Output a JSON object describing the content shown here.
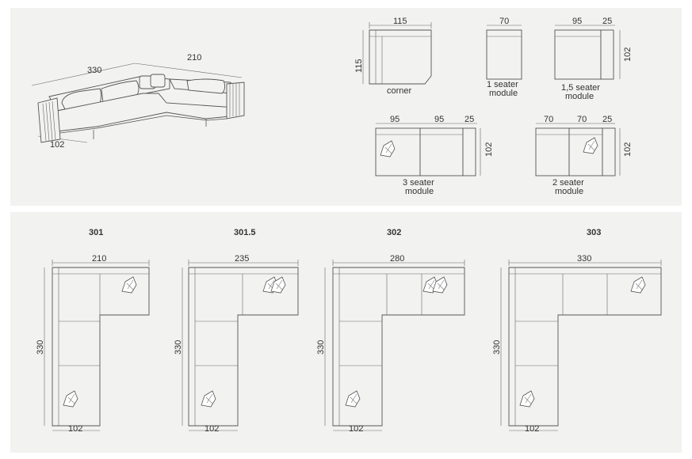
{
  "overview": {
    "dims": {
      "length_a": "330",
      "length_b": "210",
      "depth": "102"
    }
  },
  "modules": [
    {
      "id": "corner",
      "label": [
        "corner"
      ],
      "dims": [
        "115",
        "115"
      ]
    },
    {
      "id": "one-seater",
      "label": [
        "1 seater",
        "module"
      ],
      "dims": [
        "70"
      ]
    },
    {
      "id": "one-half-seater",
      "label": [
        "1,5 seater",
        "module"
      ],
      "dims": [
        "95",
        "25",
        "102"
      ]
    },
    {
      "id": "three-seater",
      "label": [
        "3 seater",
        "module"
      ],
      "dims": [
        "95",
        "95",
        "25",
        "102"
      ]
    },
    {
      "id": "two-seater",
      "label": [
        "2 seater",
        "module"
      ],
      "dims": [
        "70",
        "70",
        "25",
        "102"
      ]
    }
  ],
  "configurations": [
    {
      "code": "301",
      "width": "210",
      "height": "330",
      "depth": "102"
    },
    {
      "code": "301.5",
      "width": "235",
      "height": "330",
      "depth": "102"
    },
    {
      "code": "302",
      "width": "280",
      "height": "330",
      "depth": "102"
    },
    {
      "code": "303",
      "width": "330",
      "height": "330",
      "depth": "102"
    }
  ]
}
